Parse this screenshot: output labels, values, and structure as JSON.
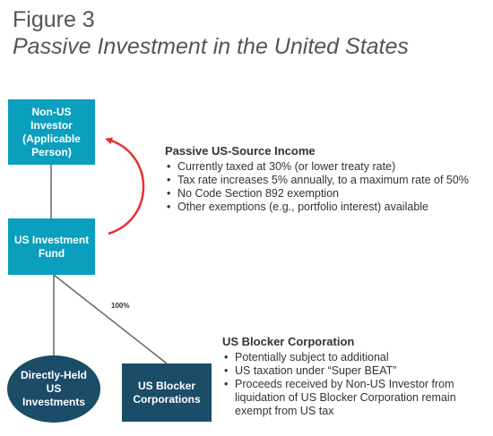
{
  "figure": {
    "label": "Figure 3",
    "title": "Passive Investment in the United States"
  },
  "nodes": {
    "investor": [
      "Non-US",
      "Investor",
      "(Applicable",
      "Person)"
    ],
    "fund": [
      "US Investment",
      "Fund"
    ],
    "direct": [
      "Directly-Held",
      "US",
      "Investments"
    ],
    "blocker": [
      "US Blocker",
      "Corporations"
    ]
  },
  "ownership_label": "100%",
  "passive_income": {
    "heading": "Passive US-Source Income",
    "bullets": [
      "Currently taxed at 30% (or lower treaty rate)",
      "Tax rate increases 5% annually, to a maximum rate of 50%",
      "No Code Section 892 exemption",
      "Other exemptions (e.g., portfolio interest) available"
    ]
  },
  "blocker_corp": {
    "heading": "US Blocker Corporation",
    "bullets": [
      "Potentially subject to additional",
      "US taxation under “Super BEAT”",
      "Proceeds received by Non-US Investor from liquidation of US Blocker Corporation remain exempt from US tax"
    ]
  },
  "colors": {
    "primary_box": "#0a9fbe",
    "dark_box": "#1b4c68",
    "income_arrow": "#e8302a",
    "connector": "#666666"
  }
}
